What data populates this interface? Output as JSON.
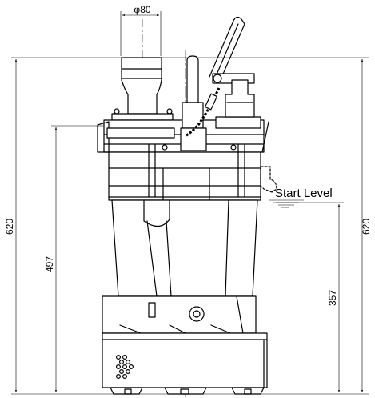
{
  "diagram": {
    "dimensions": {
      "outlet_diameter": "φ80",
      "total_height_left": "620",
      "total_height_right": "620",
      "height_to_outlet": "497",
      "start_level_height": "357"
    },
    "labels": {
      "start_level": "Start Level"
    }
  }
}
